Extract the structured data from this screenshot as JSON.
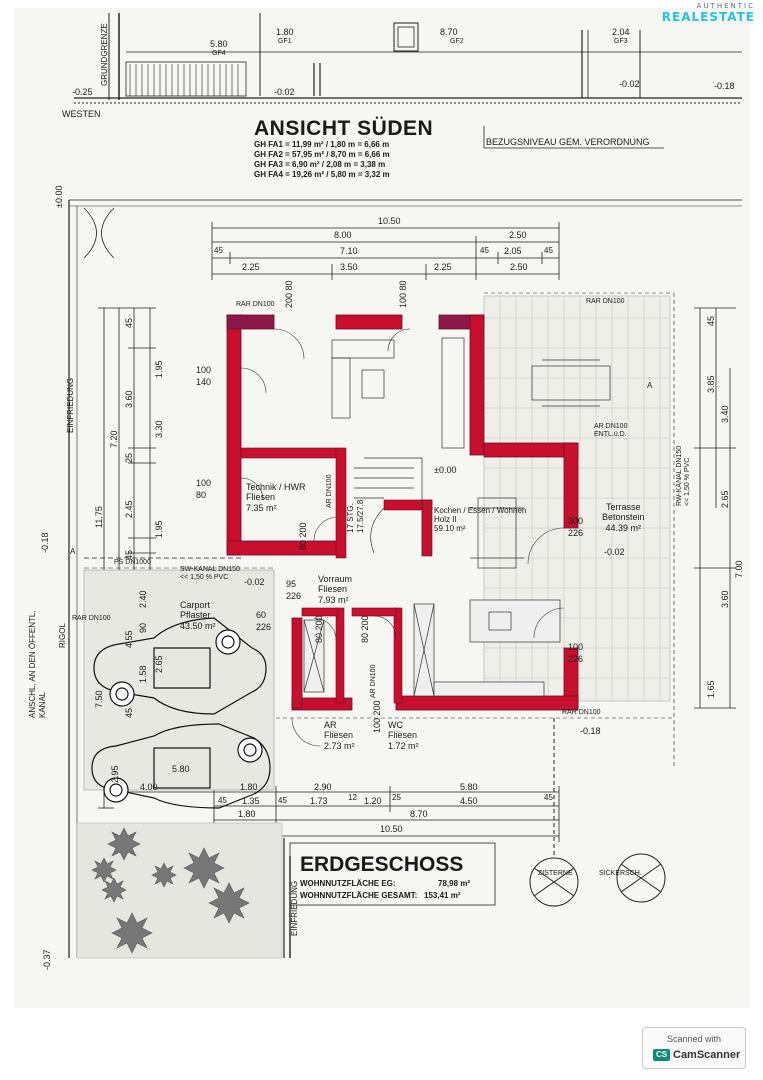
{
  "brand": {
    "top": "AUTHENTIC",
    "name": "REALESTATE"
  },
  "elevation": {
    "title": "ANSICHT SÜDEN",
    "reference": "BEZUGSNIVEAU GEM. VERORDNUNG",
    "direction": "WESTEN",
    "border_label": "GRUNDGRENZE",
    "dims": [
      "5.80",
      "1.80",
      "8.70",
      "2.04"
    ],
    "gf": [
      "GF4",
      "GF1",
      "GF2",
      "GF3"
    ],
    "levels": [
      "-0.25",
      "-0.02",
      "-0.02",
      "-0.18"
    ],
    "formulas": [
      "GH FA1 = 11,99 m² / 1,80 m = 6,66 m",
      "GH FA2 = 57,95 m² / 8,70 m = 6,66 m",
      "GH FA3 = 6,90 m² / 2,08 m = 3,38 m",
      "GH FA4 = 19,26 m² / 5,80 m = 3,32 m"
    ]
  },
  "top_dims": {
    "row1": [
      "10.50"
    ],
    "row2": [
      "8.00",
      "2.50"
    ],
    "row3": [
      "45",
      "7.10",
      "45",
      "2.05",
      "45"
    ],
    "row4": [
      "2.25",
      "3.50",
      "2.25",
      "2.50"
    ]
  },
  "left_dims": {
    "col1": [
      "11.75"
    ],
    "col2": [
      "7.20",
      "7.50"
    ],
    "col3": [
      "45",
      "3.60",
      "25",
      "2.45",
      "45",
      "4.55",
      "1.58",
      "45"
    ],
    "col4": [
      "1.95",
      "3.30",
      "1.95",
      "2.40",
      "90",
      "2.65"
    ],
    "col5": [
      "2.95"
    ]
  },
  "right_dims": [
    "45",
    "3.85",
    "3.40",
    "2.65",
    "3.60",
    "1.65",
    "7.00"
  ],
  "bottom_dims": {
    "row1": [
      "4.00",
      "5.80",
      "1.80",
      "2.90",
      "5.80"
    ],
    "row2": [
      "45",
      "1.35",
      "45",
      "1.73",
      "12",
      "1.20",
      "25",
      "4.50",
      "45"
    ],
    "row3": [
      "1.80",
      "8.70"
    ],
    "row4": [
      "10.50"
    ]
  },
  "rooms": [
    {
      "name": "Technik / HWR",
      "floor": "Fliesen",
      "area": "7.35 m²"
    },
    {
      "name": "Kochen / Essen / Wohnen",
      "floor": "Holz II",
      "area": "59.10 m²"
    },
    {
      "name": "Terrasse",
      "floor": "Betonstein",
      "area": "44.39 m²"
    },
    {
      "name": "Carport",
      "floor": "Pflaster",
      "area": "43.50 m²"
    },
    {
      "name": "Vorraum",
      "floor": "Fliesen",
      "area": "7.93 m²"
    },
    {
      "name": "AR",
      "floor": "Fliesen",
      "area": "2.73 m²"
    },
    {
      "name": "WC",
      "floor": "Fliesen",
      "area": "1.72 m²"
    }
  ],
  "stair": {
    "label": "17 STG.",
    "ratio": "17.5/27.8"
  },
  "level_marks": [
    "±0.00",
    "±0.00",
    "-0.02",
    "-0.02",
    "-0.18",
    "-0.18",
    "-0.37"
  ],
  "openings": [
    {
      "w": "100",
      "h": "140"
    },
    {
      "w": "100",
      "h": "80"
    },
    {
      "w": "300",
      "h": "226"
    },
    {
      "w": "100",
      "h": "226"
    },
    {
      "w": "95",
      "h": "226"
    },
    {
      "w": "60",
      "h": "226"
    },
    {
      "w": "80",
      "h": "200"
    },
    {
      "w": "80",
      "h": "200"
    },
    {
      "w": "80",
      "h": "200"
    },
    {
      "w": "100",
      "h": "80"
    },
    {
      "w": "200",
      "h": "80"
    },
    {
      "w": "100",
      "h": "200"
    }
  ],
  "pipes": {
    "rar": "RAR DN100",
    "ar": "AR DN100",
    "ar_entl": "ENTL.ü.D.",
    "sw": "SW-KANAL DN150",
    "sw_slope": "<< 1,50 %   PVC",
    "ps": "PS DN1000",
    "rw": "RW-KANAL DN150",
    "rw_slope": "<< 1,50 %   PVC",
    "anschl": "ANSCHL. AN DEN ÖFFENTL. KANAL",
    "rigol": "RIGOL"
  },
  "labels": {
    "einfriedung": "EINFRIEDUNG",
    "zisterne": "ZISTERNE",
    "sickersch": "SICKERSCH.",
    "marker": "A"
  },
  "floor": {
    "title": "ERDGESCHOSS",
    "area_eg_label": "WOHNNUTZFLÄCHE EG:",
    "area_eg": "78,98 m²",
    "area_total_label": "WOHNNUTZFLÄCHE GESAMT:",
    "area_total": "153,41 m²"
  },
  "scanner": {
    "top": "Scanned with",
    "logo": "CS",
    "name": "CamScanner"
  },
  "colors": {
    "wall": "#c8102e",
    "wall_dark": "#8b1a4a",
    "line": "#1a1a1a",
    "brand": "#29c0e8"
  }
}
